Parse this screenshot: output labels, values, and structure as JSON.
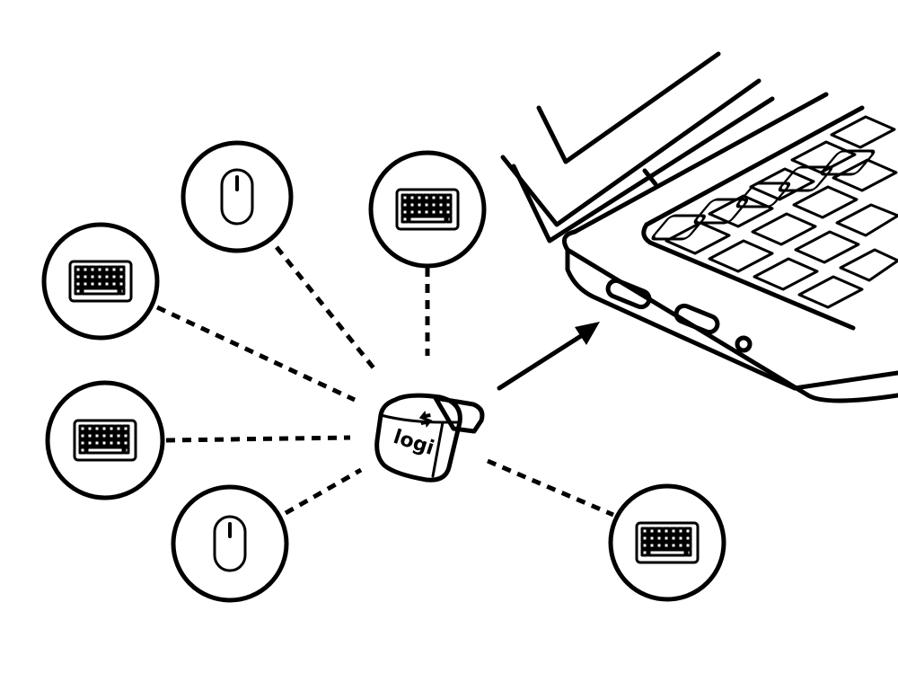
{
  "receiver": {
    "brand_logo_text": "logi",
    "icon": "sync-arrows-icon"
  },
  "devices": [
    {
      "type": "mouse",
      "icon": "mouse-icon"
    },
    {
      "type": "keyboard",
      "icon": "keyboard-icon"
    },
    {
      "type": "keyboard",
      "icon": "keyboard-icon"
    },
    {
      "type": "keyboard",
      "icon": "keyboard-icon"
    },
    {
      "type": "mouse",
      "icon": "mouse-icon"
    },
    {
      "type": "keyboard",
      "icon": "keyboard-icon"
    }
  ],
  "target": {
    "type": "laptop",
    "icon": "laptop-icon"
  },
  "connection_arrow": {
    "icon": "arrow-icon"
  },
  "colors": {
    "line": "#000000",
    "background": "#ffffff"
  }
}
